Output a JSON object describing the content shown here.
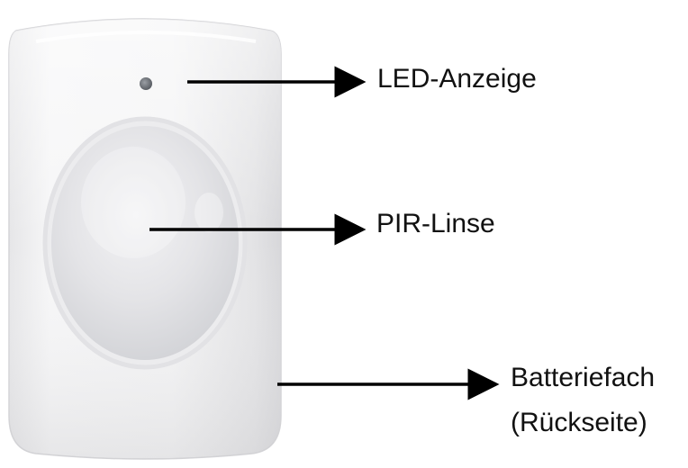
{
  "device": {
    "name": "motion-detector",
    "body_color": "#f1f1f1",
    "led_color": "#6a6e74"
  },
  "callouts": [
    {
      "id": "led",
      "label": "LED-Anzeige"
    },
    {
      "id": "pir",
      "label": "PIR-Linse"
    },
    {
      "id": "battery",
      "label": "Batteriefach",
      "note": "(Rückseite)"
    }
  ],
  "arrow_color": "#000000"
}
